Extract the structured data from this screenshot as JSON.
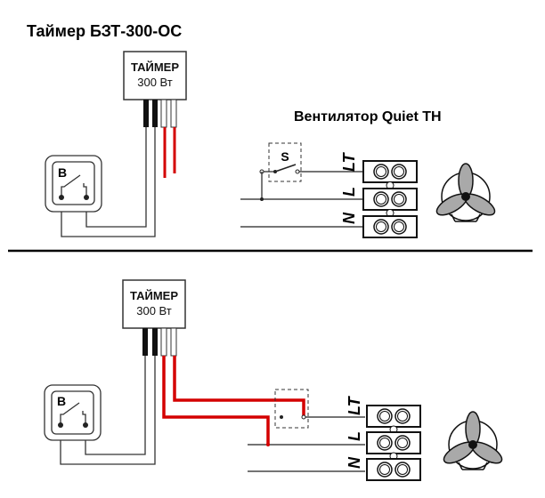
{
  "title": "Таймер БЗТ-300-ОС",
  "fan_title": "Вентилятор Quiet TH",
  "timer": {
    "title": "ТАЙМЕР",
    "power": "300 Вт"
  },
  "wall_switch_label": "В",
  "fan_switch_label": "S",
  "terminal_labels": [
    "LT",
    "L",
    "N"
  ],
  "colors": {
    "wire": "#000000",
    "live_wire": "#d40000",
    "fan_blade": "#a9a9a9"
  },
  "diagrams": [
    {
      "name": "original-wiring",
      "description": "fan with built-in switch S"
    },
    {
      "name": "timer-wiring",
      "description": "timer outputs wired to switch S terminals"
    }
  ]
}
